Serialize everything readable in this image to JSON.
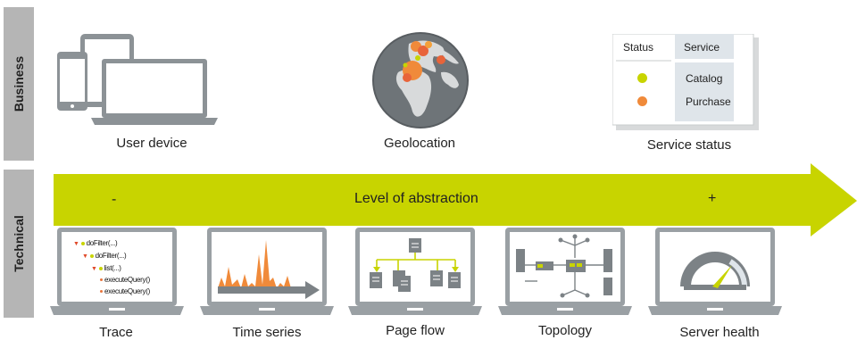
{
  "rows": {
    "business": "Business",
    "technical": "Technical"
  },
  "business": {
    "user_device": "User device",
    "geolocation": "Geolocation",
    "service_status": "Service status"
  },
  "service_table": {
    "status_header": "Status",
    "service_header": "Service",
    "rows": [
      {
        "service": "Catalog",
        "status_color": "#c8d400"
      },
      {
        "service": "Purchase",
        "status_color": "#f08a3a"
      }
    ]
  },
  "abstraction": {
    "minus": "-",
    "label": "Level of abstraction",
    "plus": "+"
  },
  "trace": {
    "lines": [
      "doFilter(...)",
      "doFilter(...)",
      "list(...)",
      "executeQuery()",
      "executeQuery()"
    ]
  },
  "technical": {
    "trace": "Trace",
    "time_series": "Time series",
    "page_flow": "Page flow",
    "topology": "Topology",
    "server_health": "Server health"
  },
  "colors": {
    "accent": "#c8d400",
    "orange": "#f08a3a",
    "gray": "#8c9296",
    "row_bg": "#b5b5b5"
  }
}
